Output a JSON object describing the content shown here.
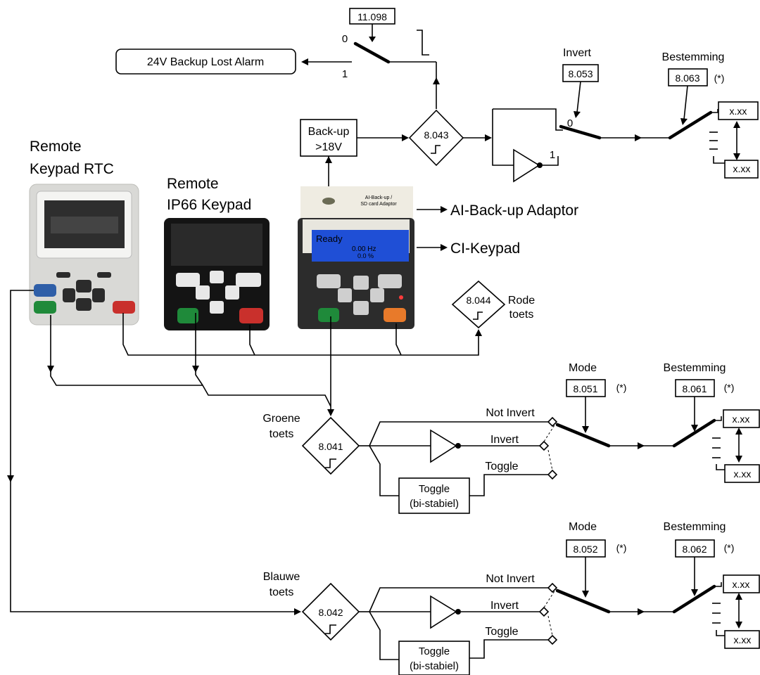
{
  "top": {
    "param_11098": "11.098",
    "switch_pos_0": "0",
    "switch_pos_1": "1",
    "alarm_label": "24V Backup Lost Alarm",
    "backup_box_line1": "Back-up",
    "backup_box_line2": ">18V",
    "param_8043": "8.043",
    "invert_label": "Invert",
    "param_8053": "8.053",
    "inv_pos_0": "0",
    "inv_pos_1": "1",
    "bestemming_label": "Bestemming",
    "param_8063": "8.063",
    "asterisk": "(*)",
    "dest_top": "x.xx",
    "dest_bottom": "x.xx"
  },
  "keypads": {
    "rtc_line1": "Remote",
    "rtc_line2": "Keypad RTC",
    "ip66_line1": "Remote",
    "ip66_line2": "IP66 Keypad",
    "ai_adaptor_label": "AI-Back-up Adaptor",
    "ci_keypad_label": "CI-Keypad",
    "adaptor_print_line1": "AI-Back-up /",
    "adaptor_print_line2": "SD card Adaptor",
    "lcd_line1": "Ready",
    "lcd_line2": "0.00 Hz",
    "lcd_line3": "0.0 %"
  },
  "red": {
    "param": "8.044",
    "label_line1": "Rode",
    "label_line2": "toets"
  },
  "green": {
    "label_line1": "Groene",
    "label_line2": "toets",
    "param": "8.041",
    "mode_label": "Mode",
    "mode_param": "8.051",
    "asterisk_mode": "(*)",
    "bestemming_label": "Bestemming",
    "dest_param": "8.061",
    "asterisk_dest": "(*)",
    "not_invert": "Not Invert",
    "invert": "Invert",
    "toggle": "Toggle",
    "toggle_box_line1": "Toggle",
    "toggle_box_line2": "(bi-stabiel)",
    "dest_top": "x.xx",
    "dest_bottom": "x.xx"
  },
  "blue": {
    "label_line1": "Blauwe",
    "label_line2": "toets",
    "param": "8.042",
    "mode_label": "Mode",
    "mode_param": "8.052",
    "asterisk_mode": "(*)",
    "bestemming_label": "Bestemming",
    "dest_param": "8.062",
    "asterisk_dest": "(*)",
    "not_invert": "Not Invert",
    "invert": "Invert",
    "toggle": "Toggle",
    "toggle_box_line1": "Toggle",
    "toggle_box_line2": "(bi-stabiel)",
    "dest_top": "x.xx",
    "dest_bottom": "x.xx"
  },
  "colors": {
    "keypad_green": "#1f8a3a",
    "keypad_red": "#c9302c",
    "keypad_blue": "#2f5fa8",
    "lcd_blue": "#1f4fd6",
    "lcd_text": "#cfe0ff",
    "lcd_grey": "#3a3a3a"
  }
}
